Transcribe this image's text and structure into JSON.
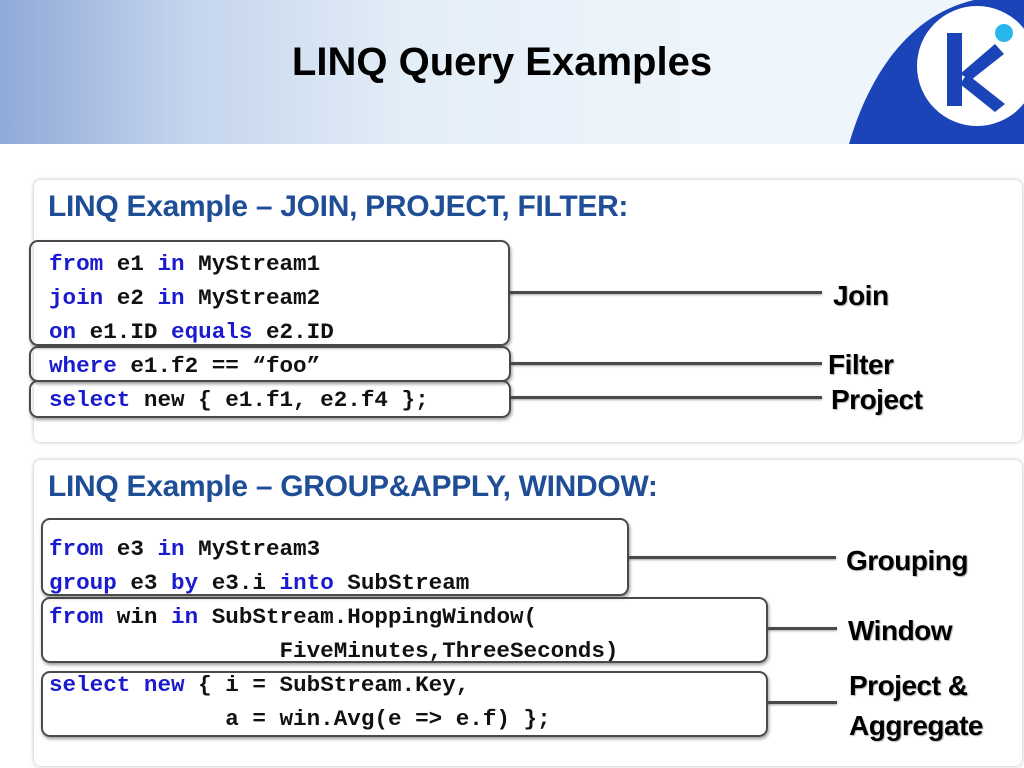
{
  "slide": {
    "title": "LINQ Query Examples",
    "logo_letter": "K",
    "colors": {
      "heading": "#1f4e97",
      "keyword": "#1a1acf",
      "logo": "#1b44b8"
    }
  },
  "example1": {
    "heading": "LINQ Example – JOIN, PROJECT, FILTER:",
    "lines": [
      {
        "kw1": "from",
        "t1": " e1 ",
        "kw2": "in",
        "t2": " MyStream1"
      },
      {
        "kw1": "join",
        "t1": " e2 ",
        "kw2": "in",
        "t2": " MyStream2"
      },
      {
        "kw1": "on",
        "t1": " e1.ID ",
        "kw2": "equals",
        "t2": " e2.ID"
      },
      {
        "kw1": "where",
        "t1": " e1.f2 == “foo”"
      },
      {
        "kw1": "select",
        "t1": " new { e1.f1, e2.f4 };"
      }
    ],
    "labels": {
      "join": "Join",
      "filter": "Filter",
      "project": "Project"
    }
  },
  "example2": {
    "heading": "LINQ Example – GROUP&APPLY, WINDOW:",
    "lines": [
      {
        "kw1": "from",
        "t1": " e3 ",
        "kw2": "in",
        "t2": " MyStream3"
      },
      {
        "kw1": "group",
        "t1": " e3 ",
        "kw2": "by",
        "t2": " e3.i ",
        "kw3": "into",
        "t3": " SubStream"
      },
      {
        "kw1": "from",
        "t1": " win ",
        "kw2": "in",
        "t2": " SubStream.HoppingWindow("
      },
      {
        "t1": "                 FiveMinutes,ThreeSeconds)"
      },
      {
        "kw1": "select",
        "t1": " ",
        "kw2": "new",
        "t2": " { i = SubStream.Key,"
      },
      {
        "t1": "             a = win.Avg(e => e.f) };"
      }
    ],
    "labels": {
      "grouping": "Grouping",
      "window": "Window",
      "project_line1": "Project &",
      "project_line2": "Aggregate"
    }
  }
}
